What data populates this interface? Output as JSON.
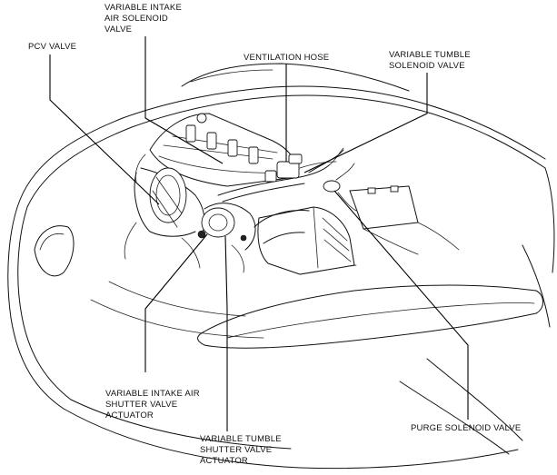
{
  "labels": {
    "variable_intake_air_solenoid_valve": [
      "VARIABLE INTAKE",
      "AIR SOLENOID",
      "VALVE"
    ],
    "pcv_valve": [
      "PCV VALVE"
    ],
    "ventilation_hose": [
      "VENTILATION HOSE"
    ],
    "variable_tumble_solenoid_valve": [
      "VARIABLE TUMBLE",
      "SOLENOID VALVE"
    ],
    "variable_intake_air_shutter_valve_actuator": [
      "VARIABLE INTAKE AIR",
      "SHUTTER VALVE",
      "ACTUATOR"
    ],
    "variable_tumble_shutter_valve_actuator": [
      "VARIABLE TUMBLE",
      "SHUTTER VALVE",
      "ACTUATOR"
    ],
    "purge_solenoid_valve": [
      "PURGE SOLENOID  VALVE"
    ]
  }
}
